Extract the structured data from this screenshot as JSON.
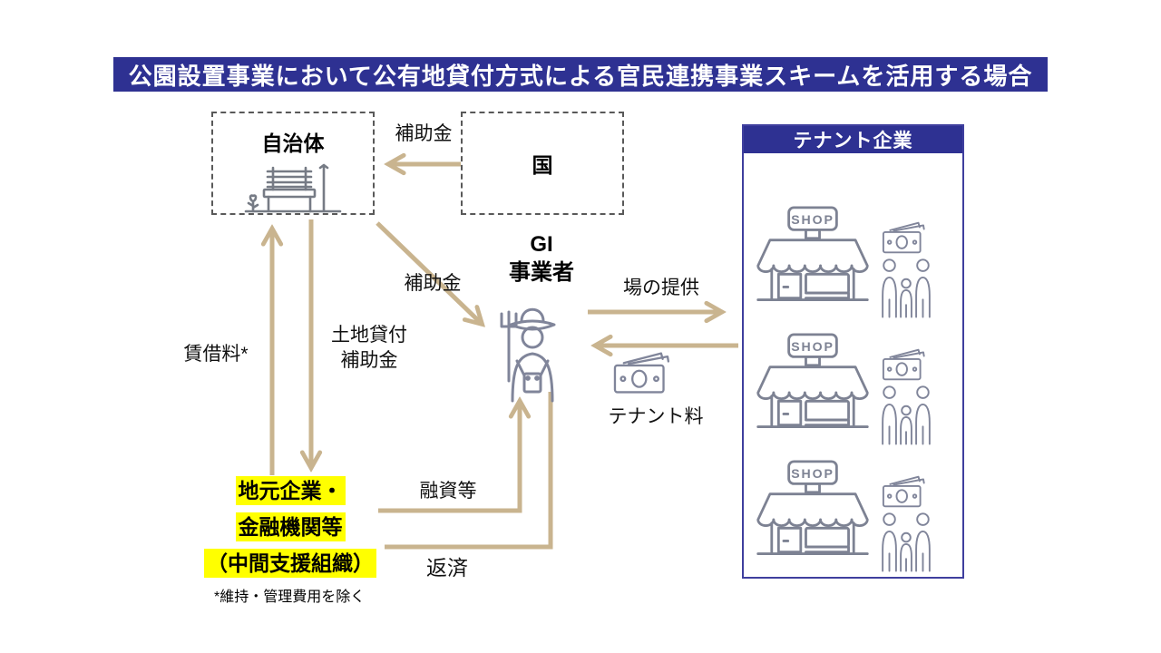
{
  "title": "公園設置事業において公有地貸付方式による官民連携事業スキームを活用する場合",
  "nodes": {
    "municipality": {
      "label": "自治体"
    },
    "national_gov": {
      "label": "国"
    },
    "gi_operator": {
      "label": "GI\n事業者"
    },
    "support_org": {
      "lines": [
        "地元企業・",
        "金融機関等",
        "（中間支援組織）"
      ],
      "note": "*維持・管理費用を除く"
    },
    "tenant_panel": {
      "header": "テナント企業",
      "shop_sign": "SHOP",
      "shop_count": 3
    }
  },
  "flows": {
    "subsidy_national": "補助金",
    "subsidy_municipal": "補助金",
    "rent": "賃借料*",
    "land_lease_subsidy": "土地貸付\n補助金",
    "loan": "融資等",
    "repayment": "返済",
    "place_provision": "場の提供",
    "tenant_fee": "テナント料"
  },
  "colors": {
    "title_bar": "#2e3192",
    "tenant_header": "#2e3192",
    "panel_border": "#3f3f9e",
    "arrow": "#c9b48f",
    "icon_gray": "#80859a",
    "highlight": "#ffff00",
    "dashed_border": "#595959"
  }
}
